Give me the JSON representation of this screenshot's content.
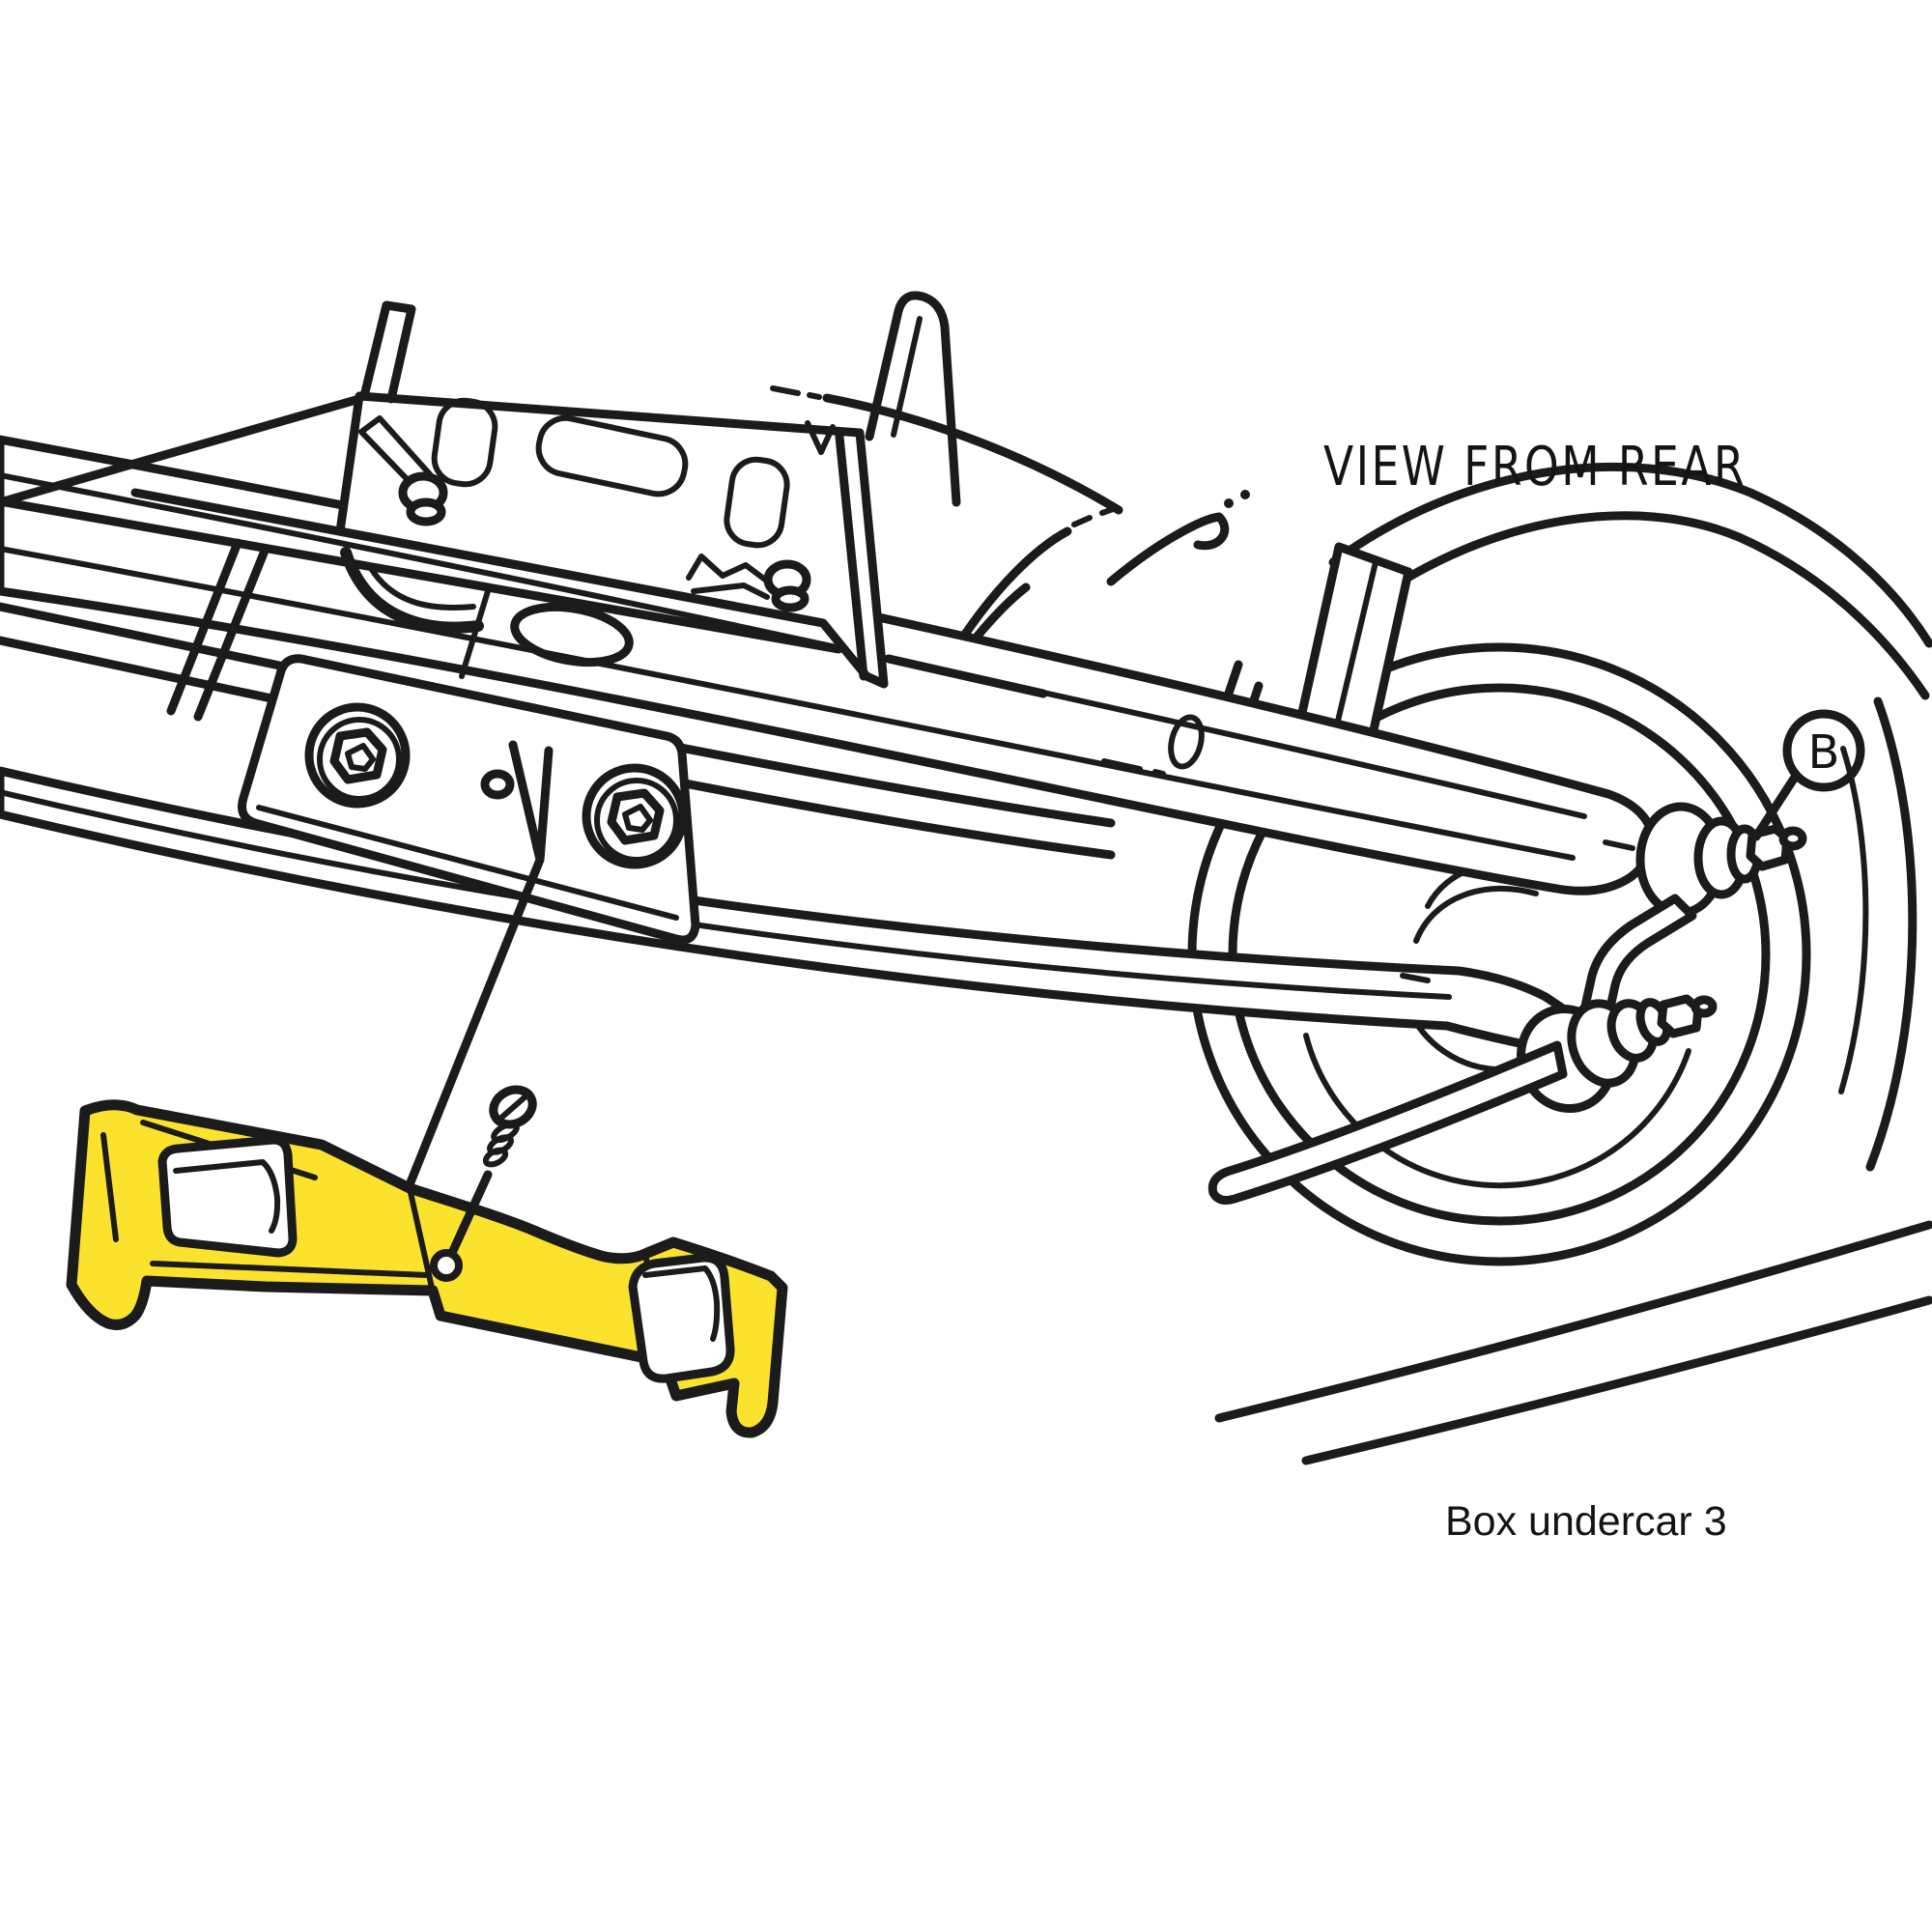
{
  "diagram": {
    "view_label": "VIEW FROM REAR",
    "caption": "Box undercar 3",
    "callout": {
      "label": "B"
    },
    "colors": {
      "highlight": "#FBE32D",
      "line": "#1B1B1B",
      "background": "#FFFFFF"
    }
  }
}
